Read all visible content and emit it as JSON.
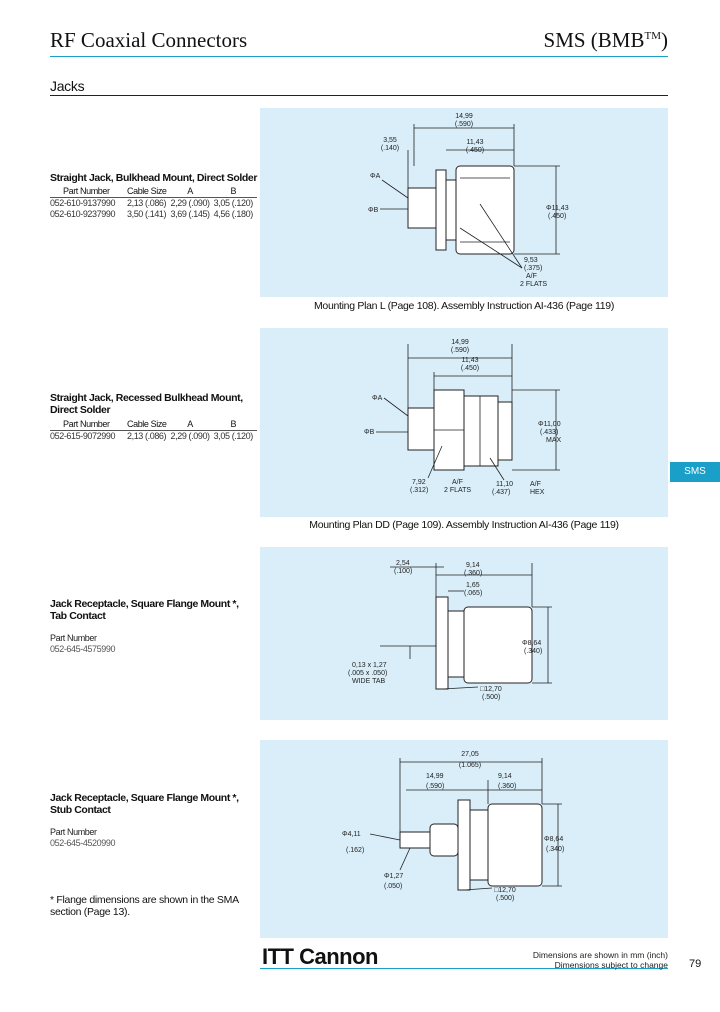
{
  "header": {
    "title": "RF Coaxial Connectors",
    "series": "SMS (BMB",
    "tm": "TM",
    "series_close": ")"
  },
  "section": "Jacks",
  "side_tab": "SMS",
  "product1": {
    "title": "Straight Jack, Bulkhead Mount, Direct Solder",
    "columns": [
      "Part Number",
      "Cable Size",
      "A",
      "B"
    ],
    "rows": [
      [
        "052-610-9137990",
        "2,13 (.086)",
        "2,29 (.090)",
        "3,05 (.120)"
      ],
      [
        "052-610-9237990",
        "3,50 (.141)",
        "3,69 (.145)",
        "4,56 (.180)"
      ]
    ],
    "caption": "Mounting Plan L (Page 108). Assembly Instruction AI-436 (Page 119)",
    "dims": {
      "d1": "14,99",
      "d1i": "(.590)",
      "d2": "11,43",
      "d2i": "(.450)",
      "d3": "3,55",
      "d3i": "(.140)",
      "phiA": "ΦA",
      "phiB": "ΦB",
      "d4": "Φ11,43",
      "d4i": "(.450)",
      "d5": "9,53",
      "d5i": "(.375)",
      "d5n": "A/F",
      "d5f": "2 FLATS"
    }
  },
  "product2": {
    "title": "Straight Jack, Recessed Bulkhead Mount, Direct Solder",
    "columns": [
      "Part Number",
      "Cable Size",
      "A",
      "B"
    ],
    "rows": [
      [
        "052-615-9072990",
        "2,13 (.086)",
        "2,29 (.090)",
        "3,05 (.120)"
      ]
    ],
    "caption": "Mounting Plan DD (Page 109). Assembly Instruction AI-436 (Page 119)",
    "dims": {
      "d1": "14,99",
      "d1i": "(.590)",
      "d2": "11,43",
      "d2i": "(.450)",
      "phiA": "ΦA",
      "phiB": "ΦB",
      "d3": "Φ11,00",
      "d3i": "(.433)",
      "d3m": "MAX",
      "d4": "7,92",
      "d4i": "(.312)",
      "d4n": "A/F",
      "d4f": "2 FLATS",
      "d5": "11,10",
      "d5i": "(.437)",
      "d5n": "A/F",
      "d5h": "HEX"
    }
  },
  "product3": {
    "title": "Jack Receptacle, Square Flange Mount *, Tab Contact",
    "pn_label": "Part Number",
    "pn_value": "052-645-4575990",
    "dims": {
      "d1": "2,54",
      "d1i": "(.100)",
      "d2": "9,14",
      "d2i": "(.360)",
      "d3": "1,65",
      "d3i": "(.065)",
      "d4": "Φ8,64",
      "d4i": "(.340)",
      "d5": "0,13  x  1,27",
      "d5i": "(.005  x  .050)",
      "d5n": "WIDE  TAB",
      "d6": "□12,70",
      "d6i": "(.500)"
    }
  },
  "product4": {
    "title": "Jack Receptacle, Square Flange Mount *, Stub Contact",
    "pn_label": "Part Number",
    "pn_value": "052-645-4520990",
    "dims": {
      "d1": "27,05",
      "d1i": "(1.065)",
      "d2": "14,99",
      "d2i": "(.590)",
      "d3": "9,14",
      "d3i": "(.360)",
      "d4": "Φ4,11",
      "d4i": "(.162)",
      "d5": "Φ1,27",
      "d5i": "(.050)",
      "d6": "Φ8,64",
      "d6i": "(.340)",
      "d7": "□12,70",
      "d7i": "(.500)"
    }
  },
  "footnote": "* Flange dimensions are shown in the SMA section (Page 13).",
  "footer": {
    "brand": "ITT Cannon",
    "note1": "Dimensions are shown in mm (inch)",
    "note2": "Dimensions subject to change",
    "page": "79"
  }
}
